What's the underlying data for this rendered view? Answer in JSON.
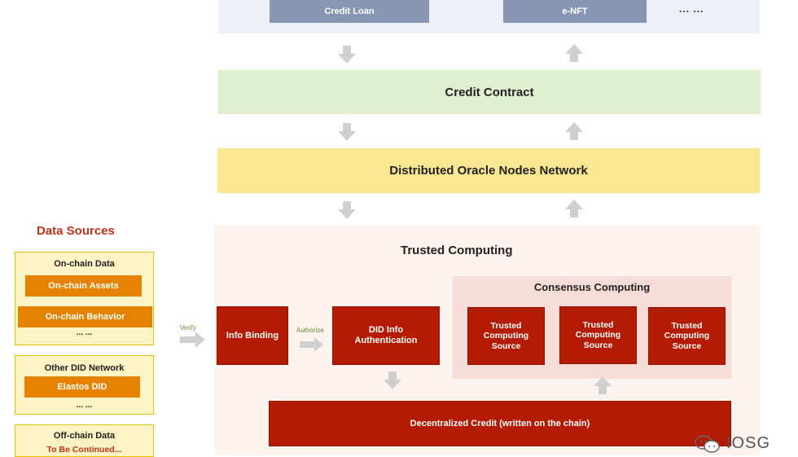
{
  "top": {
    "credit_loan": "Credit Loan",
    "enft": "e-NFT",
    "ellipsis": "... ..."
  },
  "credit_contract": "Credit Contract",
  "oracle_network": "Distributed Oracle Nodes Network",
  "trusted": {
    "title": "Trusted Computing",
    "info_binding": "Info Binding",
    "did_auth_line1": "DID  Info",
    "did_auth_line2": "Authentication",
    "consensus_title": "Consensus Computing",
    "source_line1": "Trusted",
    "source_line2": "Computing",
    "source_line3": "Source",
    "decentralized_credit": "Decentralized Credit (written on the chain)",
    "authorize_label": "Authorize"
  },
  "verify_label": "Verify",
  "data_sources": {
    "title": "Data Sources",
    "onchain_title": "On-chain Data",
    "onchain_assets": "On-chain Assets",
    "onchain_behavior": "On-chain Behavior",
    "onchain_dots": "... ...",
    "did_title": "Other DID Network",
    "elastos": "Elastos DID",
    "did_dots": "... ...",
    "offchain_title": "Off-chain Data",
    "to_be_continued": "To Be Continued..."
  },
  "watermark": "IOSG",
  "colors": {
    "arrow_gray": "#cfcfcf",
    "red": "#b31b03",
    "orange": "#e58300"
  }
}
